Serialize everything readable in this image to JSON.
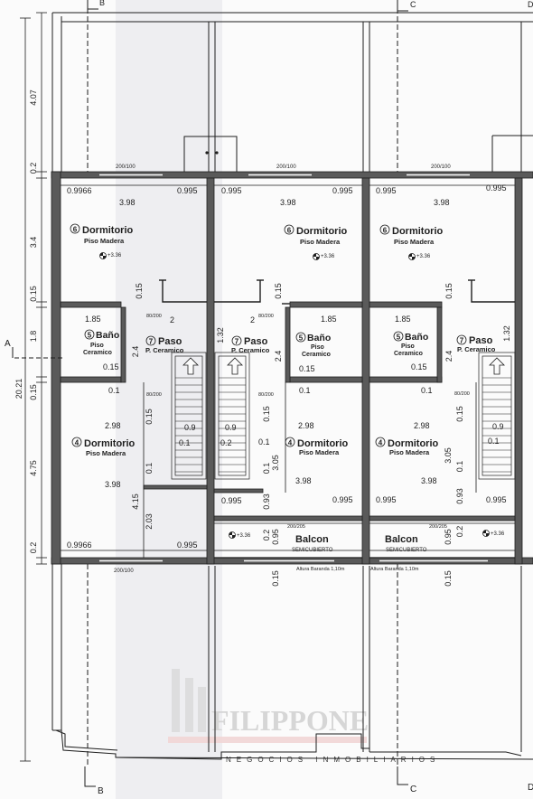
{
  "plan": {
    "section_markers": {
      "B": "B",
      "C": "C",
      "D": "D",
      "A": "A"
    },
    "left_dimensions": {
      "total": "20.21",
      "d1": "4.07",
      "d2": "0.2",
      "d3": "3.4",
      "d4": "0.15",
      "d5": "1.8",
      "d6": "0.15",
      "d7": "4.75",
      "d8": "0.2"
    },
    "rooms": {
      "dormitorio_6": {
        "num": "6",
        "name": "Dormitorio",
        "floor": "Piso Madera",
        "level": "+3.36"
      },
      "bano_5": {
        "num": "5",
        "name": "Baño",
        "floor1": "Piso",
        "floor2": "Ceramico"
      },
      "paso_7": {
        "num": "7",
        "name": "Paso",
        "floor": "P. Ceramico"
      },
      "dormitorio_4": {
        "num": "4",
        "name": "Dormitorio",
        "floor": "Piso Madera"
      },
      "balcon": {
        "name": "Balcon",
        "sub": "SEMICUBIERTO",
        "level": "+3.36"
      }
    },
    "windows": {
      "w200_100": "200/100",
      "w80_200": "80/200",
      "w200_205": "200/205"
    },
    "dims": {
      "d0_9966": "0.9966",
      "d0_995": "0.995",
      "d3_98": "3.98",
      "d1_85": "1.85",
      "d0_15": "0.15",
      "d0_1": "0.1",
      "d2_98": "2.98",
      "d2": "2",
      "d1_32": "1.32",
      "d2_4": "2.4",
      "d0_9": "0.9",
      "d0_2": "0.2",
      "d4_15": "4.15",
      "d2_03": "2.03",
      "d3_05": "3.05",
      "d0_93": "0.93",
      "d0_95": "0.95"
    },
    "baranda": "Altura Baranda 1,10m",
    "watermark": {
      "main": "FILIPPONE",
      "sub": "NEGOCIOS INMOBILIARIOS"
    },
    "colors": {
      "line": "#1e1e1e",
      "wall": "#5a5a5a",
      "paper": "#fbfbfb"
    }
  }
}
